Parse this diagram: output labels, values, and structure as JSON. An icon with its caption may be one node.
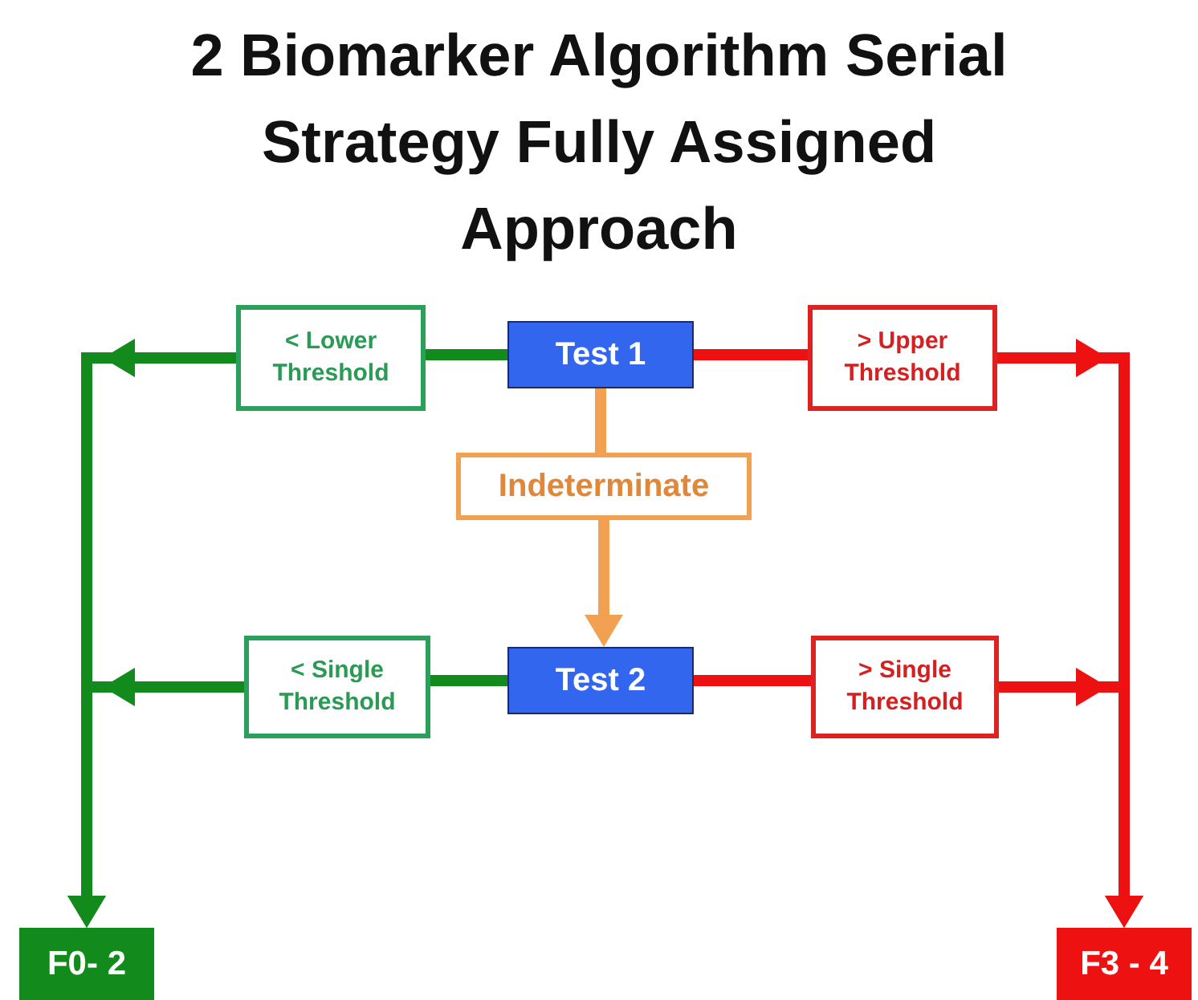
{
  "diagram": {
    "title": "2 Biomarker Algorithm Serial Strategy Fully Assigned Approach",
    "nodes": [
      {
        "text": [
          "Test 1"
        ]
      },
      {
        "text": [
          "< Lower Threshold"
        ]
      },
      {
        "text": [
          "> Upper Threshold"
        ]
      },
      {
        "text": [
          "Indeterminate"
        ]
      },
      {
        "text": [
          "Test 2"
        ]
      },
      {
        "text": [
          "< Single Threshold"
        ]
      },
      {
        "text": [
          "> Single Threshold"
        ]
      },
      {
        "text": [
          "F0- 2"
        ]
      },
      {
        "text": [
          "F3 - 4"
        ]
      }
    ],
    "edges": [
      {
        "from": 0,
        "to": 1,
        "arrow": "none",
        "color": "#138a1c"
      },
      {
        "from": 1,
        "to": 7,
        "arrow": "to",
        "color": "#138a1c"
      },
      {
        "from": 0,
        "to": 2,
        "arrow": "none",
        "color": "#ee1111"
      },
      {
        "from": 2,
        "to": 8,
        "arrow": "to",
        "color": "#ee1111"
      },
      {
        "from": 0,
        "to": 3,
        "arrow": "none",
        "color": "#f2a052"
      },
      {
        "from": 3,
        "to": 4,
        "arrow": "to",
        "color": "#f2a052"
      },
      {
        "from": 4,
        "to": 5,
        "arrow": "none",
        "color": "#138a1c"
      },
      {
        "from": 5,
        "to": 7,
        "arrow": "to",
        "color": "#138a1c"
      },
      {
        "from": 4,
        "to": 6,
        "arrow": "none",
        "color": "#ee1111"
      },
      {
        "from": 6,
        "to": 8,
        "arrow": "to",
        "color": "#ee1111"
      }
    ]
  }
}
